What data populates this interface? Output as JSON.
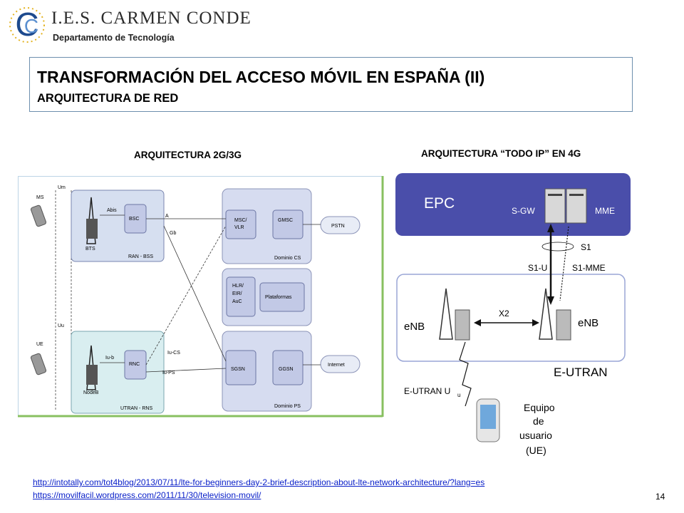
{
  "header": {
    "school_name": "I.E.S. CARMEN CONDE",
    "department": "Departamento de Tecnología",
    "logo_letter": "C"
  },
  "title": {
    "main": "TRANSFORMACIÓN DEL ACCESO MÓVIL EN ESPAÑA (II)",
    "sub": "ARQUITECTURA DE RED"
  },
  "left_diagram": {
    "heading": "ARQUITECTURA 2G/3G",
    "labels": {
      "ms": "MS",
      "um": "Um",
      "ue": "UE",
      "uu": "Uu",
      "abis": "Abis",
      "bsc": "BSC",
      "bts": "BTS",
      "ran_bss": "RAN - BSS",
      "a": "A",
      "gb": "Gb",
      "iu_b": "Iu-b",
      "rnc": "RNC",
      "nodeb": "NodeB",
      "utran_rns": "UTRAN - RNS",
      "iu_cs": "Iu-CS",
      "iu_ps": "Iu-PS",
      "msc_vlr_1": "MSC/",
      "msc_vlr_2": "VLR",
      "gmsc": "GMSC",
      "dominio_cs": "Dominio CS",
      "hlr_1": "HLR/",
      "hlr_2": "EIR/",
      "hlr_3": "AuC",
      "plataformas": "Plataformas",
      "sgsn": "SGSN",
      "ggsn": "GGSN",
      "dominio_ps": "Dominio PS",
      "pstn": "PSTN",
      "internet": "Internet"
    }
  },
  "right_diagram": {
    "heading": "ARQUITECTURA “TODO IP” EN 4G",
    "labels": {
      "epc": "EPC",
      "sgw": "S-GW",
      "mme": "MME",
      "s1": "S1",
      "s1u": "S1-U",
      "s1mme": "S1-MME",
      "enb_left": "eNB",
      "enb_right": "eNB",
      "x2": "X2",
      "eutran": "E-UTRAN",
      "eutran_uu": "E-UTRAN U",
      "uu_sub": "u",
      "ue_1": "Equipo",
      "ue_2": "de",
      "ue_3": "usuario",
      "ue_4": "(UE)"
    }
  },
  "footer": {
    "link1": "http://intotally.com/tot4blog/2013/07/11/lte-for-beginners-day-2-brief-description-about-lte-network-architecture/?lang=es",
    "link2": "https://movilfacil.wordpress.com/2011/11/30/television-movil/",
    "page_number": "14"
  },
  "colors": {
    "epc_fill": "#4a4eaa",
    "eutran_border": "#9aa6d6",
    "title_border": "#6d8fae",
    "link": "#0b21c9",
    "left_frame_green": "#88c060"
  }
}
